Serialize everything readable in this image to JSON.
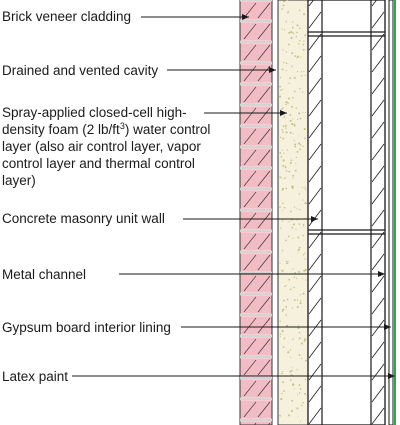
{
  "diagram": {
    "labels": {
      "brick": "Brick veneer cladding",
      "cavity": "Drained and vented cavity",
      "foam_before_sup": "Spray-applied closed-cell high-\ndensity foam (2 lb/ft",
      "foam_sup": "3",
      "foam_after_sup": ") water control\nlayer (also air control layer, vapor\ncontrol layer and thermal control\nlayer)",
      "cmu": "Concrete masonry unit wall",
      "channel": "Metal channel",
      "gypsum": "Gypsum board interior lining",
      "paint": "Latex paint"
    },
    "colors": {
      "brick_fill": "#f2bcc4",
      "mortar": "#ffffff",
      "foam_fill": "#f6f1dc",
      "foam_speckle": "#c8bf8c",
      "cmu_line": "#1a1a1a",
      "paint_line": "#2aa84a",
      "leader": "#1a1a1a"
    }
  }
}
